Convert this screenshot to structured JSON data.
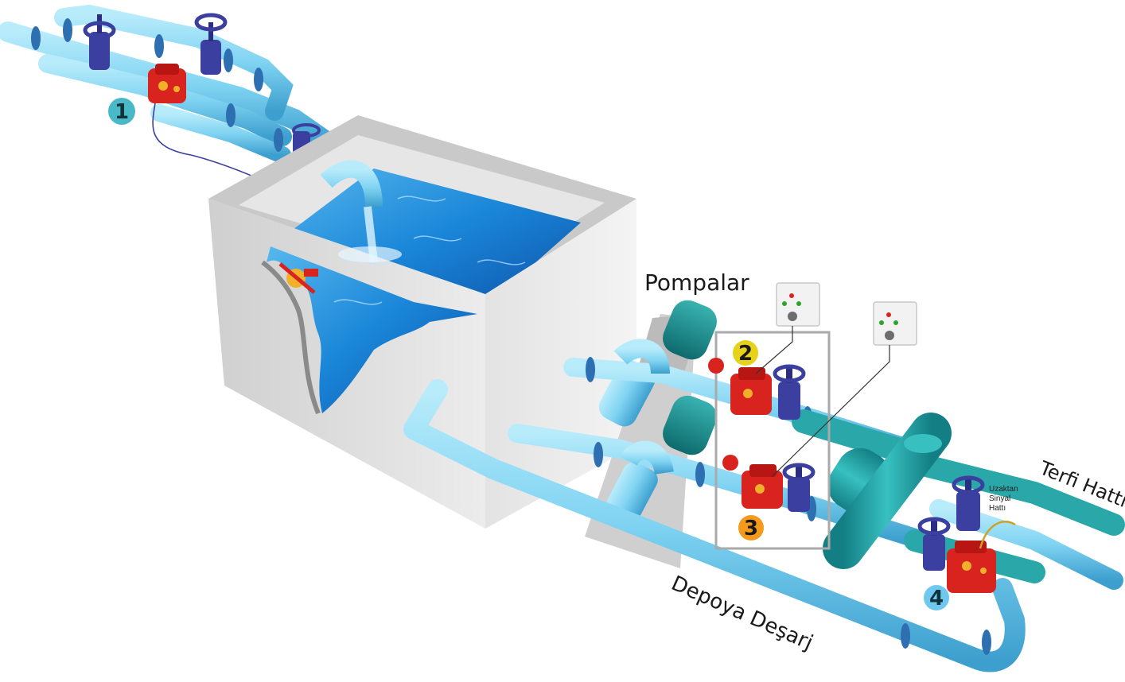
{
  "labels": {
    "pumps": "Pompalar",
    "discharge_line": "Terfi Hattı",
    "tank_return": "Depoya Deşarj",
    "remote_signal": [
      "Uzaktan",
      "Sinyal",
      "Hattı"
    ]
  },
  "markers": [
    {
      "id": "1",
      "color": "#49b9c7",
      "text_color": "#12323a"
    },
    {
      "id": "2",
      "color": "#e6d21a",
      "text_color": "#1a1a1a"
    },
    {
      "id": "3",
      "color": "#f59a1c",
      "text_color": "#1a1a1a"
    },
    {
      "id": "4",
      "color": "#6ec8ef",
      "text_color": "#12323a"
    }
  ],
  "colors": {
    "pipe": "#7fd3f2",
    "pipe_dark": "#3fa9d6",
    "manifold": "#2aa7a8",
    "valve_gate": "#3b3fa0",
    "valve_control": "#d8231f",
    "water": "#1a86d8",
    "tank": "#d9d9d9",
    "pump": "#1b8f8f"
  },
  "icons": {
    "gate_valve": "gate-valve-icon",
    "control_valve": "control-valve-icon",
    "pump": "pump-icon",
    "float_valve": "float-valve-icon",
    "control_box": "control-box-icon"
  }
}
